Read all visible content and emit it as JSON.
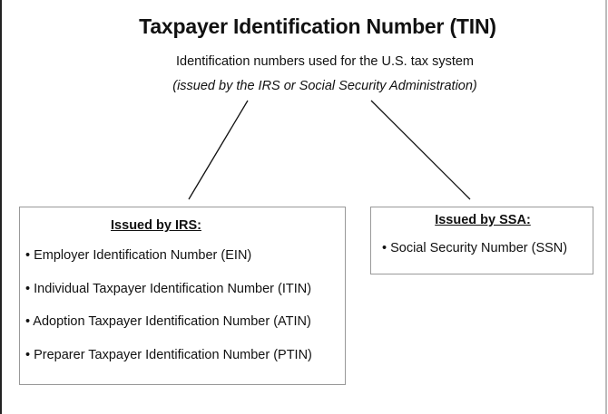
{
  "title": "Taxpayer Identification Number (TIN)",
  "subtitle": "Identification numbers used for the U.S. tax system",
  "note": "(issued by the IRS or Social Security Administration)",
  "irs": {
    "heading": "Issued by IRS:",
    "items": [
      "• Employer Identification Number (EIN)",
      "• Individual Taxpayer Identification Number (ITIN)",
      "• Adoption Taxpayer Identification Number (ATIN)",
      "• Preparer Taxpayer Identification Number (PTIN)"
    ]
  },
  "ssa": {
    "heading": "Issued by SSA:",
    "items": [
      "• Social Security Number (SSN)"
    ]
  },
  "colors": {
    "text": "#111111",
    "box_border": "#999999",
    "line": "#111111"
  }
}
